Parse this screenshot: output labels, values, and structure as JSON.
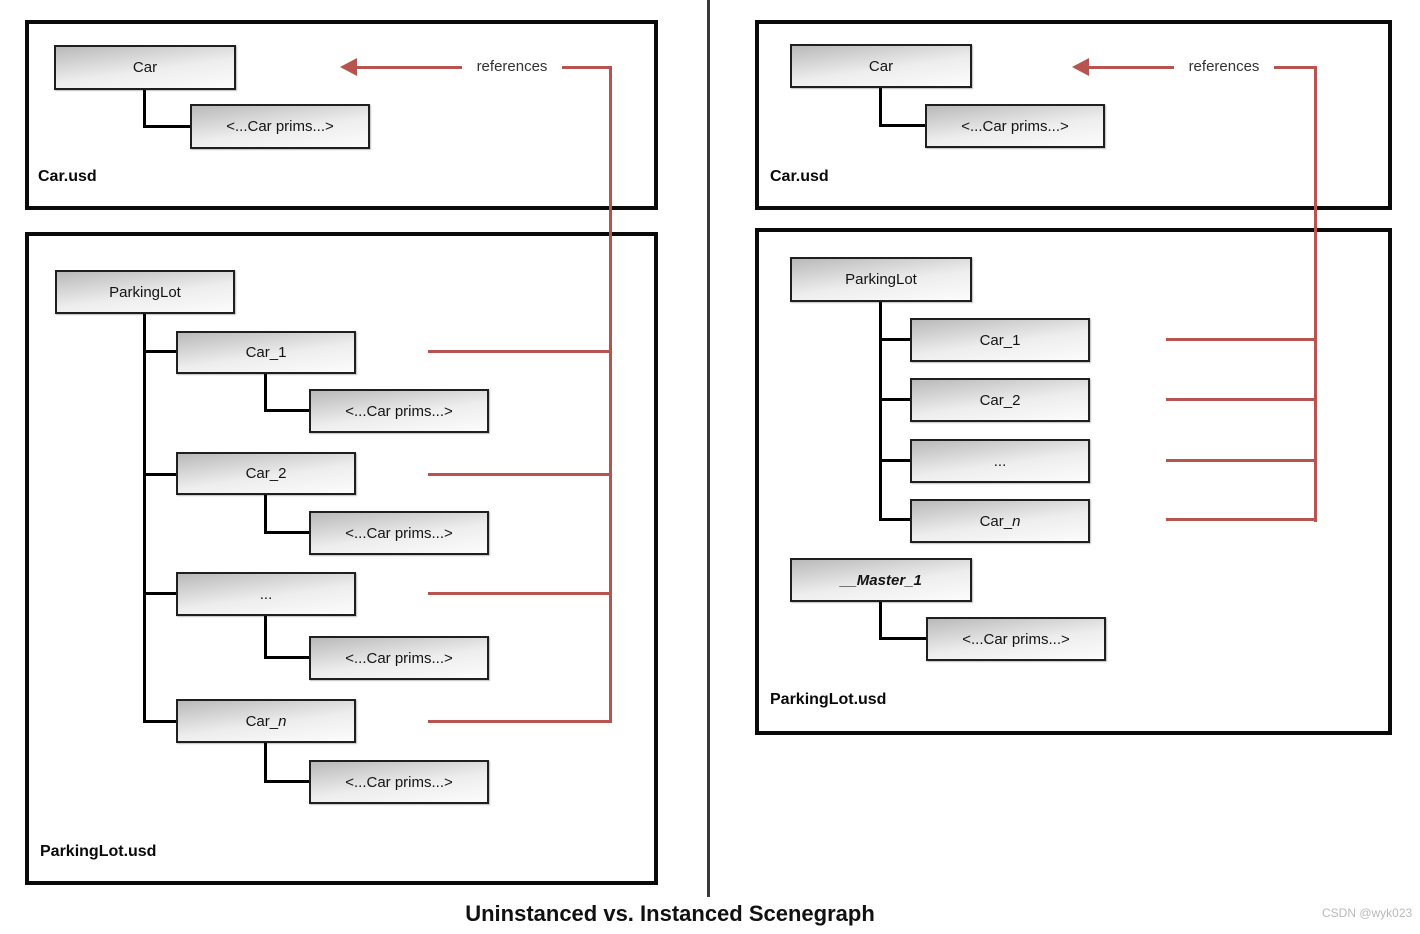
{
  "title": "Uninstanced vs. Instanced Scenegraph",
  "watermark": "CSDN @wyk023",
  "references_label": "references",
  "colors": {
    "reference_red": "#b85450",
    "divider": "#3a3a3a"
  },
  "left": {
    "car": {
      "file": "Car.usd",
      "root": "Car",
      "prims": "<...Car prims...>"
    },
    "lot": {
      "file": "ParkingLot.usd",
      "root": "ParkingLot",
      "rows": [
        {
          "name": "Car_1",
          "prims": "<...Car prims...>"
        },
        {
          "name": "Car_2",
          "prims": "<...Car prims...>"
        },
        {
          "name": "...",
          "prims": "<...Car prims...>"
        },
        {
          "name_prefix": "Car_",
          "name_italic": "n",
          "prims": "<...Car prims...>"
        }
      ]
    }
  },
  "right": {
    "car": {
      "file": "Car.usd",
      "root": "Car",
      "prims": "<...Car prims...>"
    },
    "lot": {
      "file": "ParkingLot.usd",
      "root": "ParkingLot",
      "rows": [
        {
          "name": "Car_1"
        },
        {
          "name": "Car_2"
        },
        {
          "name": "..."
        },
        {
          "name_prefix": "Car_",
          "name_italic": "n"
        }
      ],
      "master": {
        "name": "__Master_1",
        "prims": "<...Car prims...>"
      }
    }
  }
}
